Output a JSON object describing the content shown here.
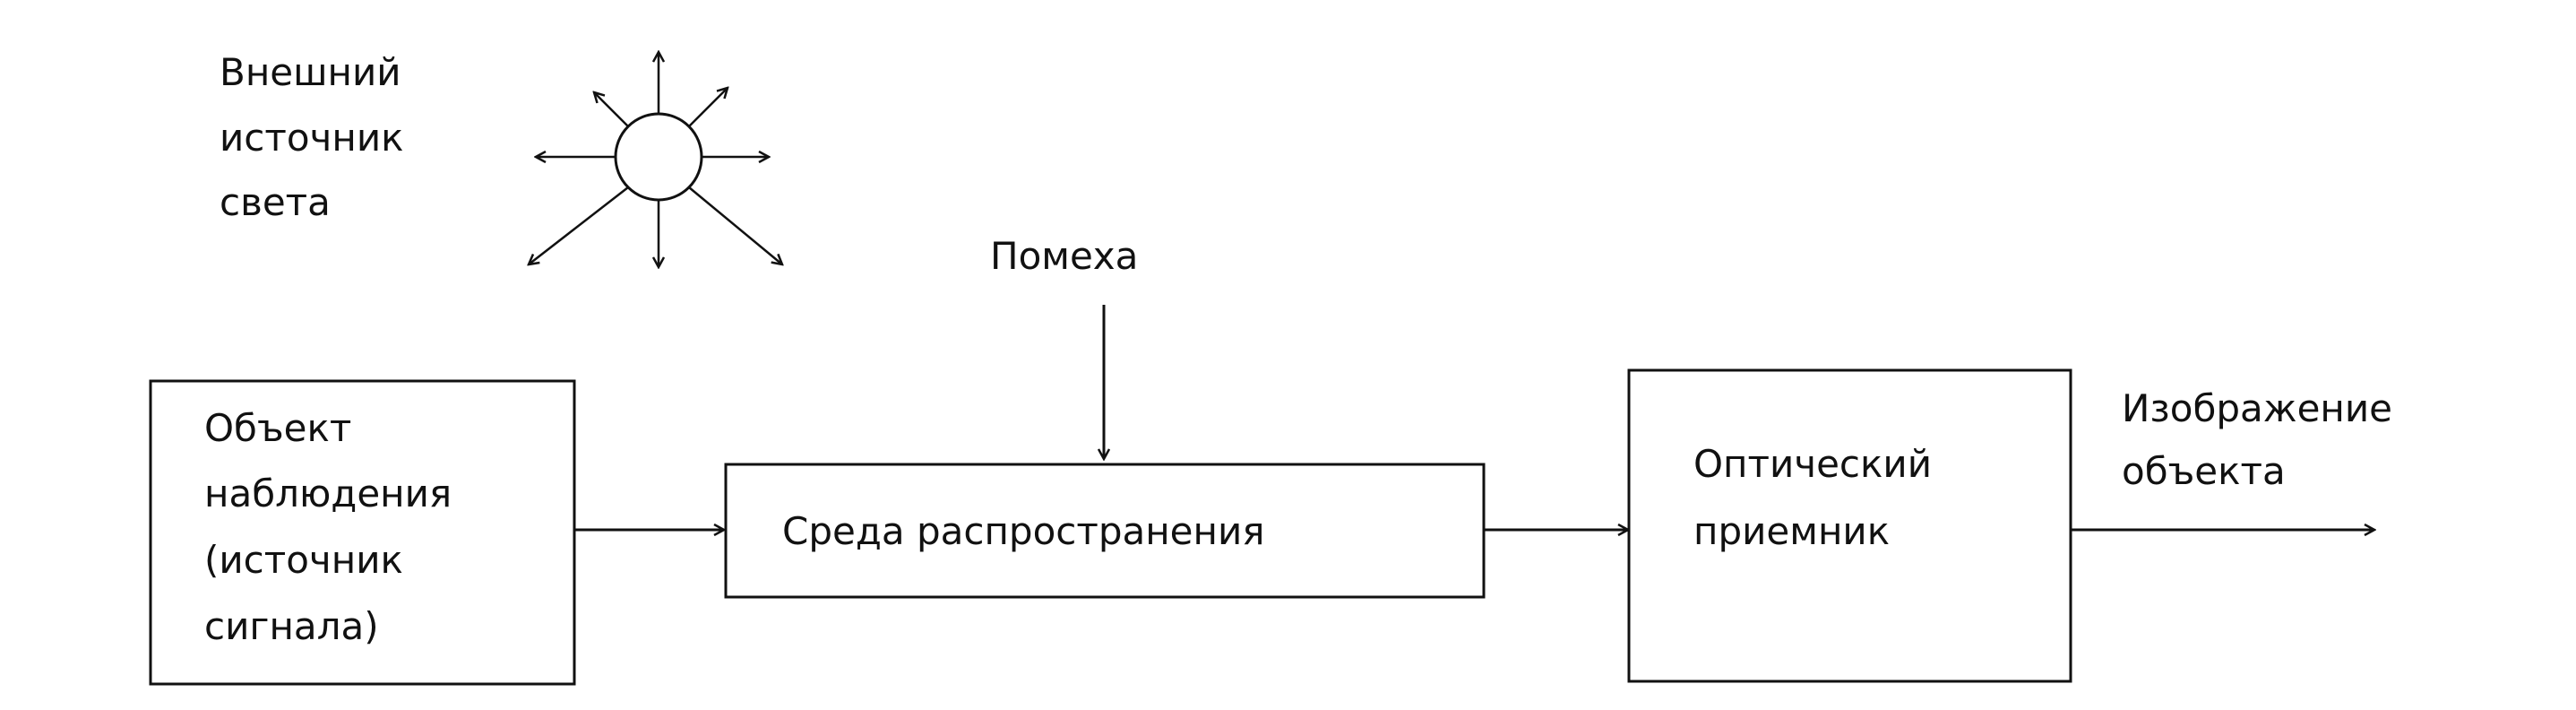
{
  "light_source": {
    "label_lines": [
      "Внешний",
      "источник",
      "света"
    ]
  },
  "noise": {
    "label": "Помеха"
  },
  "observed_object": {
    "label_lines": [
      "Объект",
      "наблюдения",
      "(источник",
      "сигнала)"
    ]
  },
  "medium": {
    "label": "Среда распространения"
  },
  "receiver": {
    "label_lines": [
      "Оптический",
      "приемник"
    ]
  },
  "output": {
    "label_lines": [
      "Изображение",
      "объекта"
    ]
  }
}
